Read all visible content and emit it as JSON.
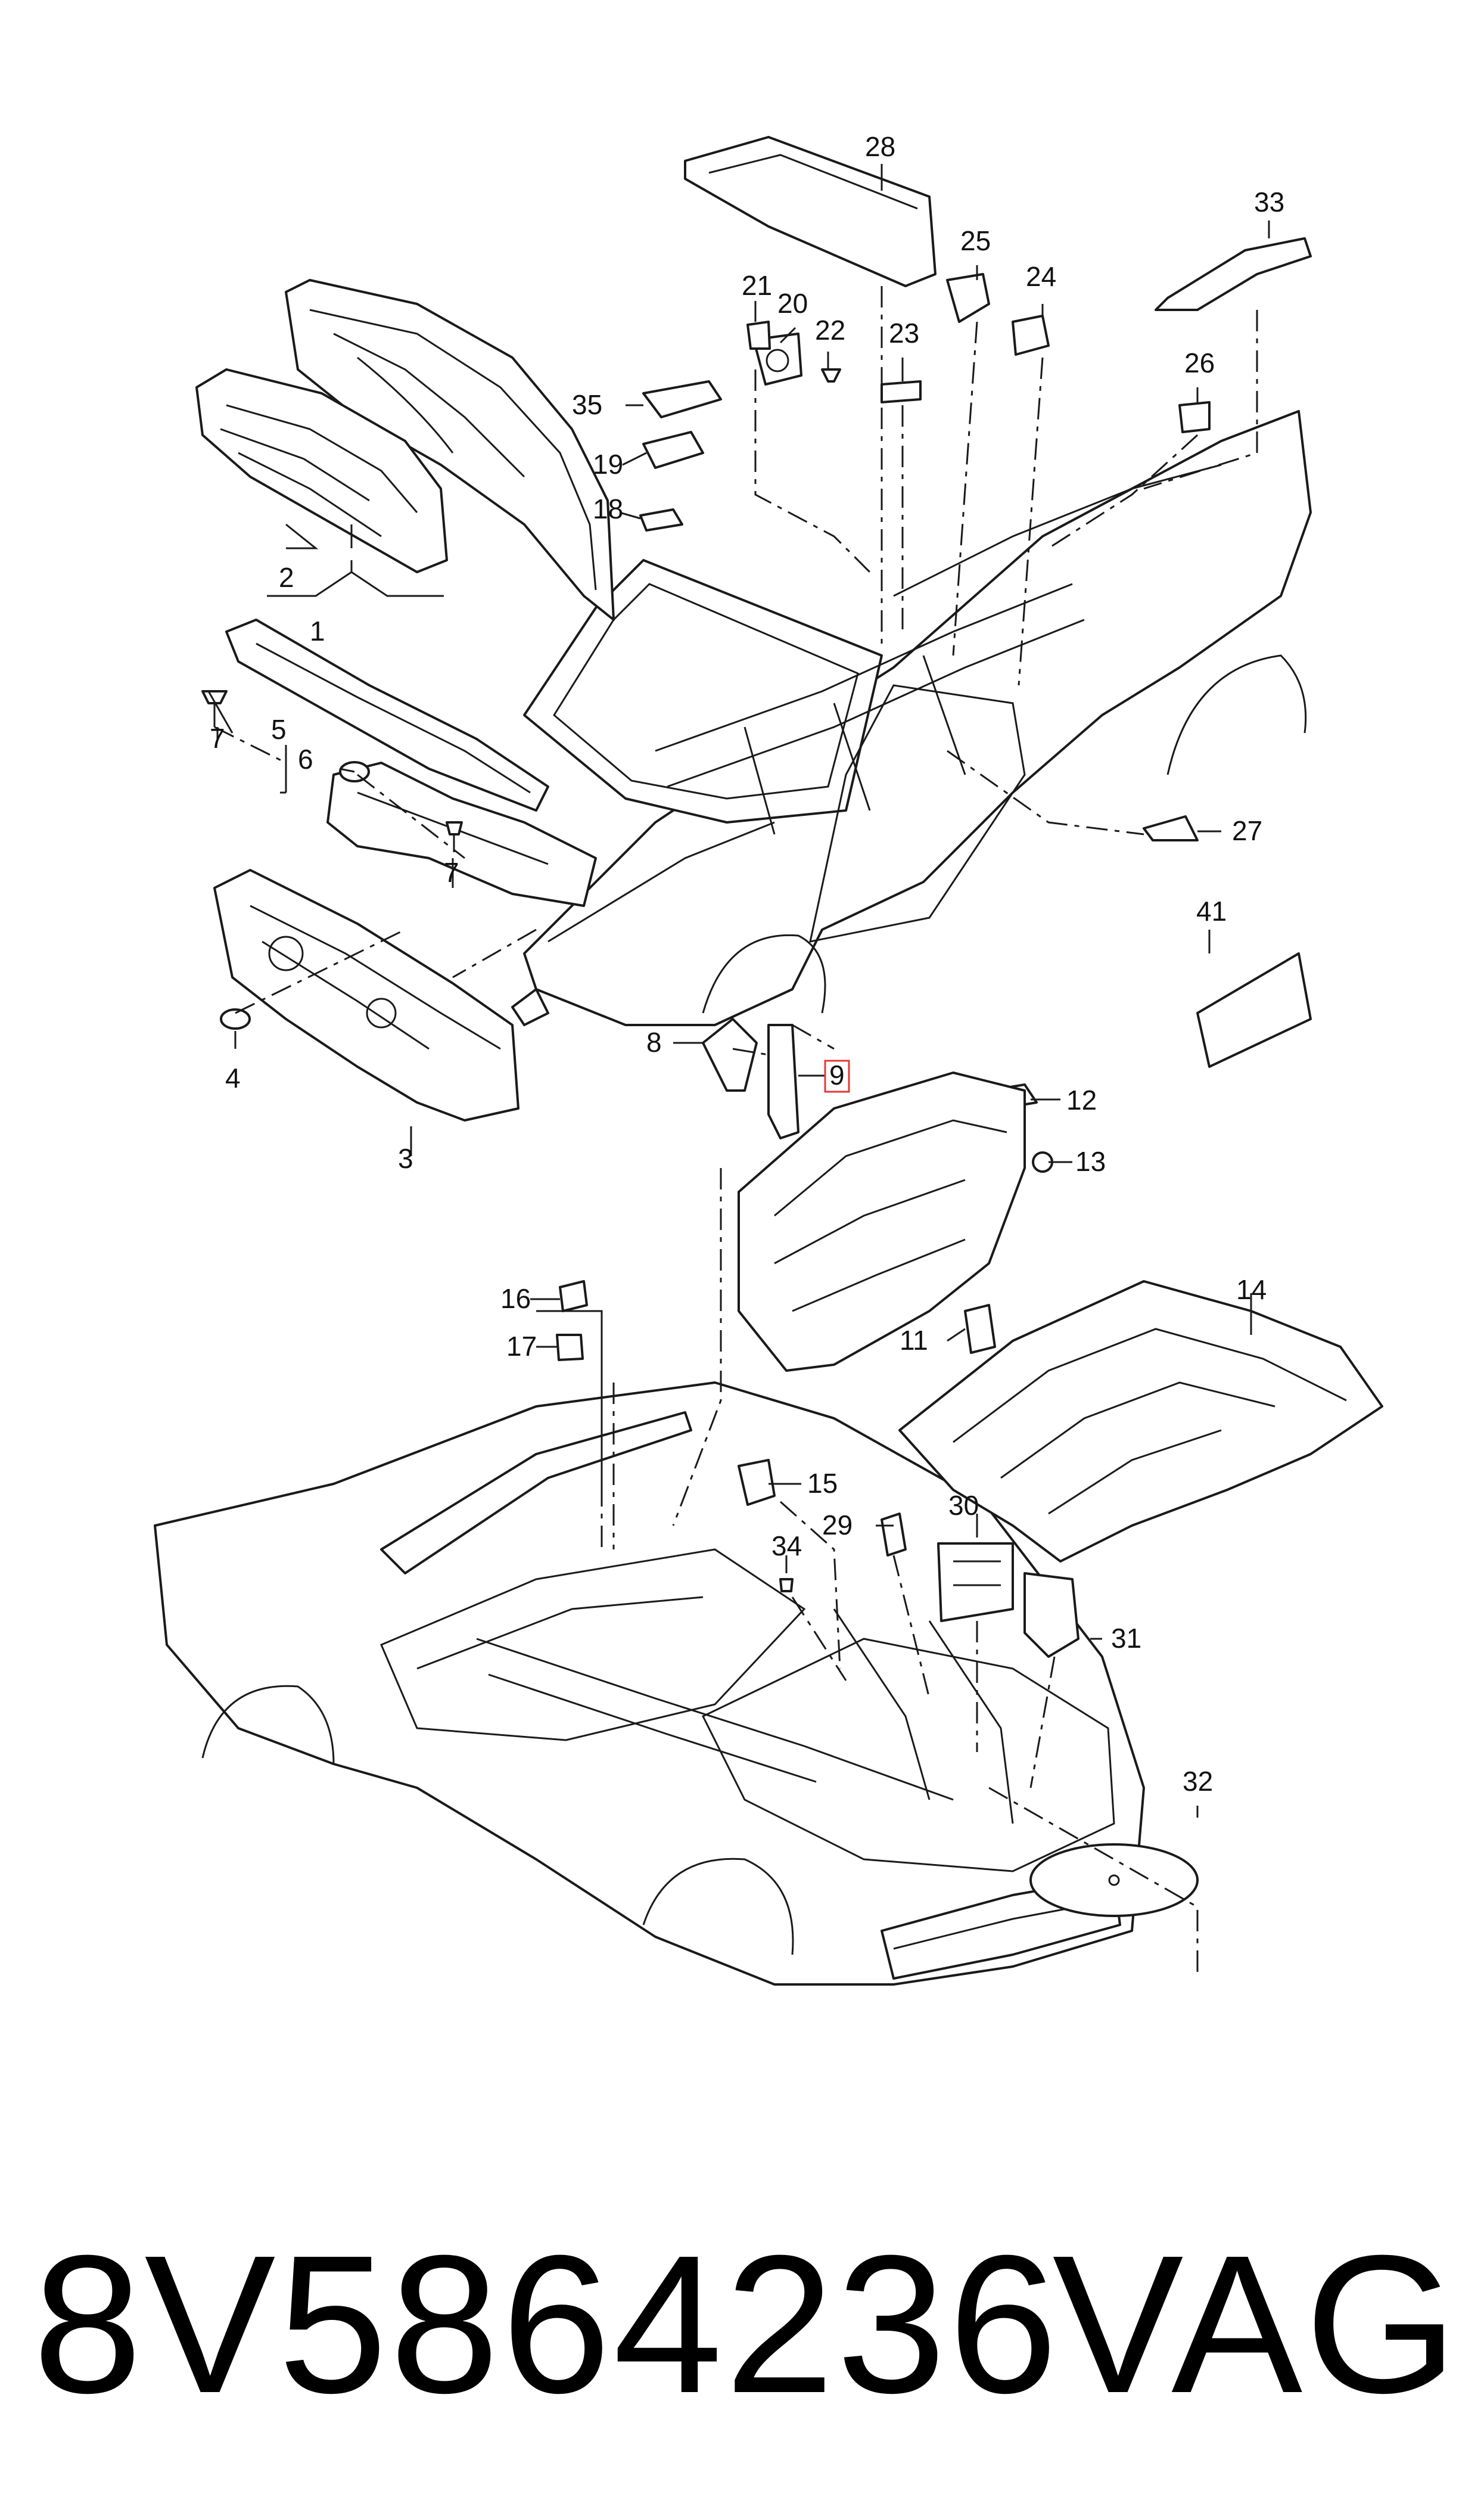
{
  "callouts": {
    "c1": "1",
    "c2": "2",
    "c3": "3",
    "c4": "4",
    "c5": "5",
    "c6": "6",
    "c7a": "7",
    "c7b": "7",
    "c8": "8",
    "c9": "9",
    "c11": "11",
    "c12": "12",
    "c13": "13",
    "c14": "14",
    "c15": "15",
    "c16": "16",
    "c17": "17",
    "c18": "18",
    "c19": "19",
    "c20": "20",
    "c21": "21",
    "c22": "22",
    "c23": "23",
    "c24": "24",
    "c25": "25",
    "c26": "26",
    "c27": "27",
    "c28": "28",
    "c29": "29",
    "c30": "30",
    "c31": "31",
    "c32": "32",
    "c33": "33",
    "c34": "34",
    "c35": "35",
    "c41": "41"
  },
  "highlighted_callout": "9",
  "highlight_color": "#e53935",
  "footer": {
    "part_number": "8V5864236",
    "brand": "VAG"
  }
}
